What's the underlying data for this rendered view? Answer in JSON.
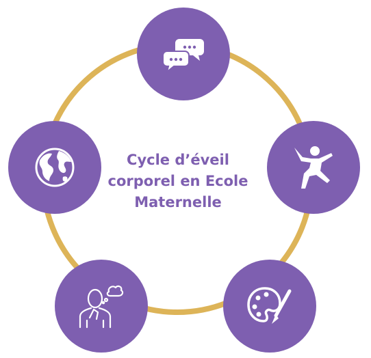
{
  "title_lines": [
    "Cycle d’éveil",
    "corporel en Ecole",
    "Maternelle"
  ],
  "colors": {
    "ring": "#DDB458",
    "node": "#7E5FB0",
    "title": "#7E5FB0",
    "icon": "#FFFFFF"
  },
  "nodes": [
    {
      "icon": "speech-bubbles-icon"
    },
    {
      "icon": "dancing-person-icon"
    },
    {
      "icon": "paint-palette-icon"
    },
    {
      "icon": "thinking-person-icon"
    },
    {
      "icon": "globe-icon"
    }
  ]
}
